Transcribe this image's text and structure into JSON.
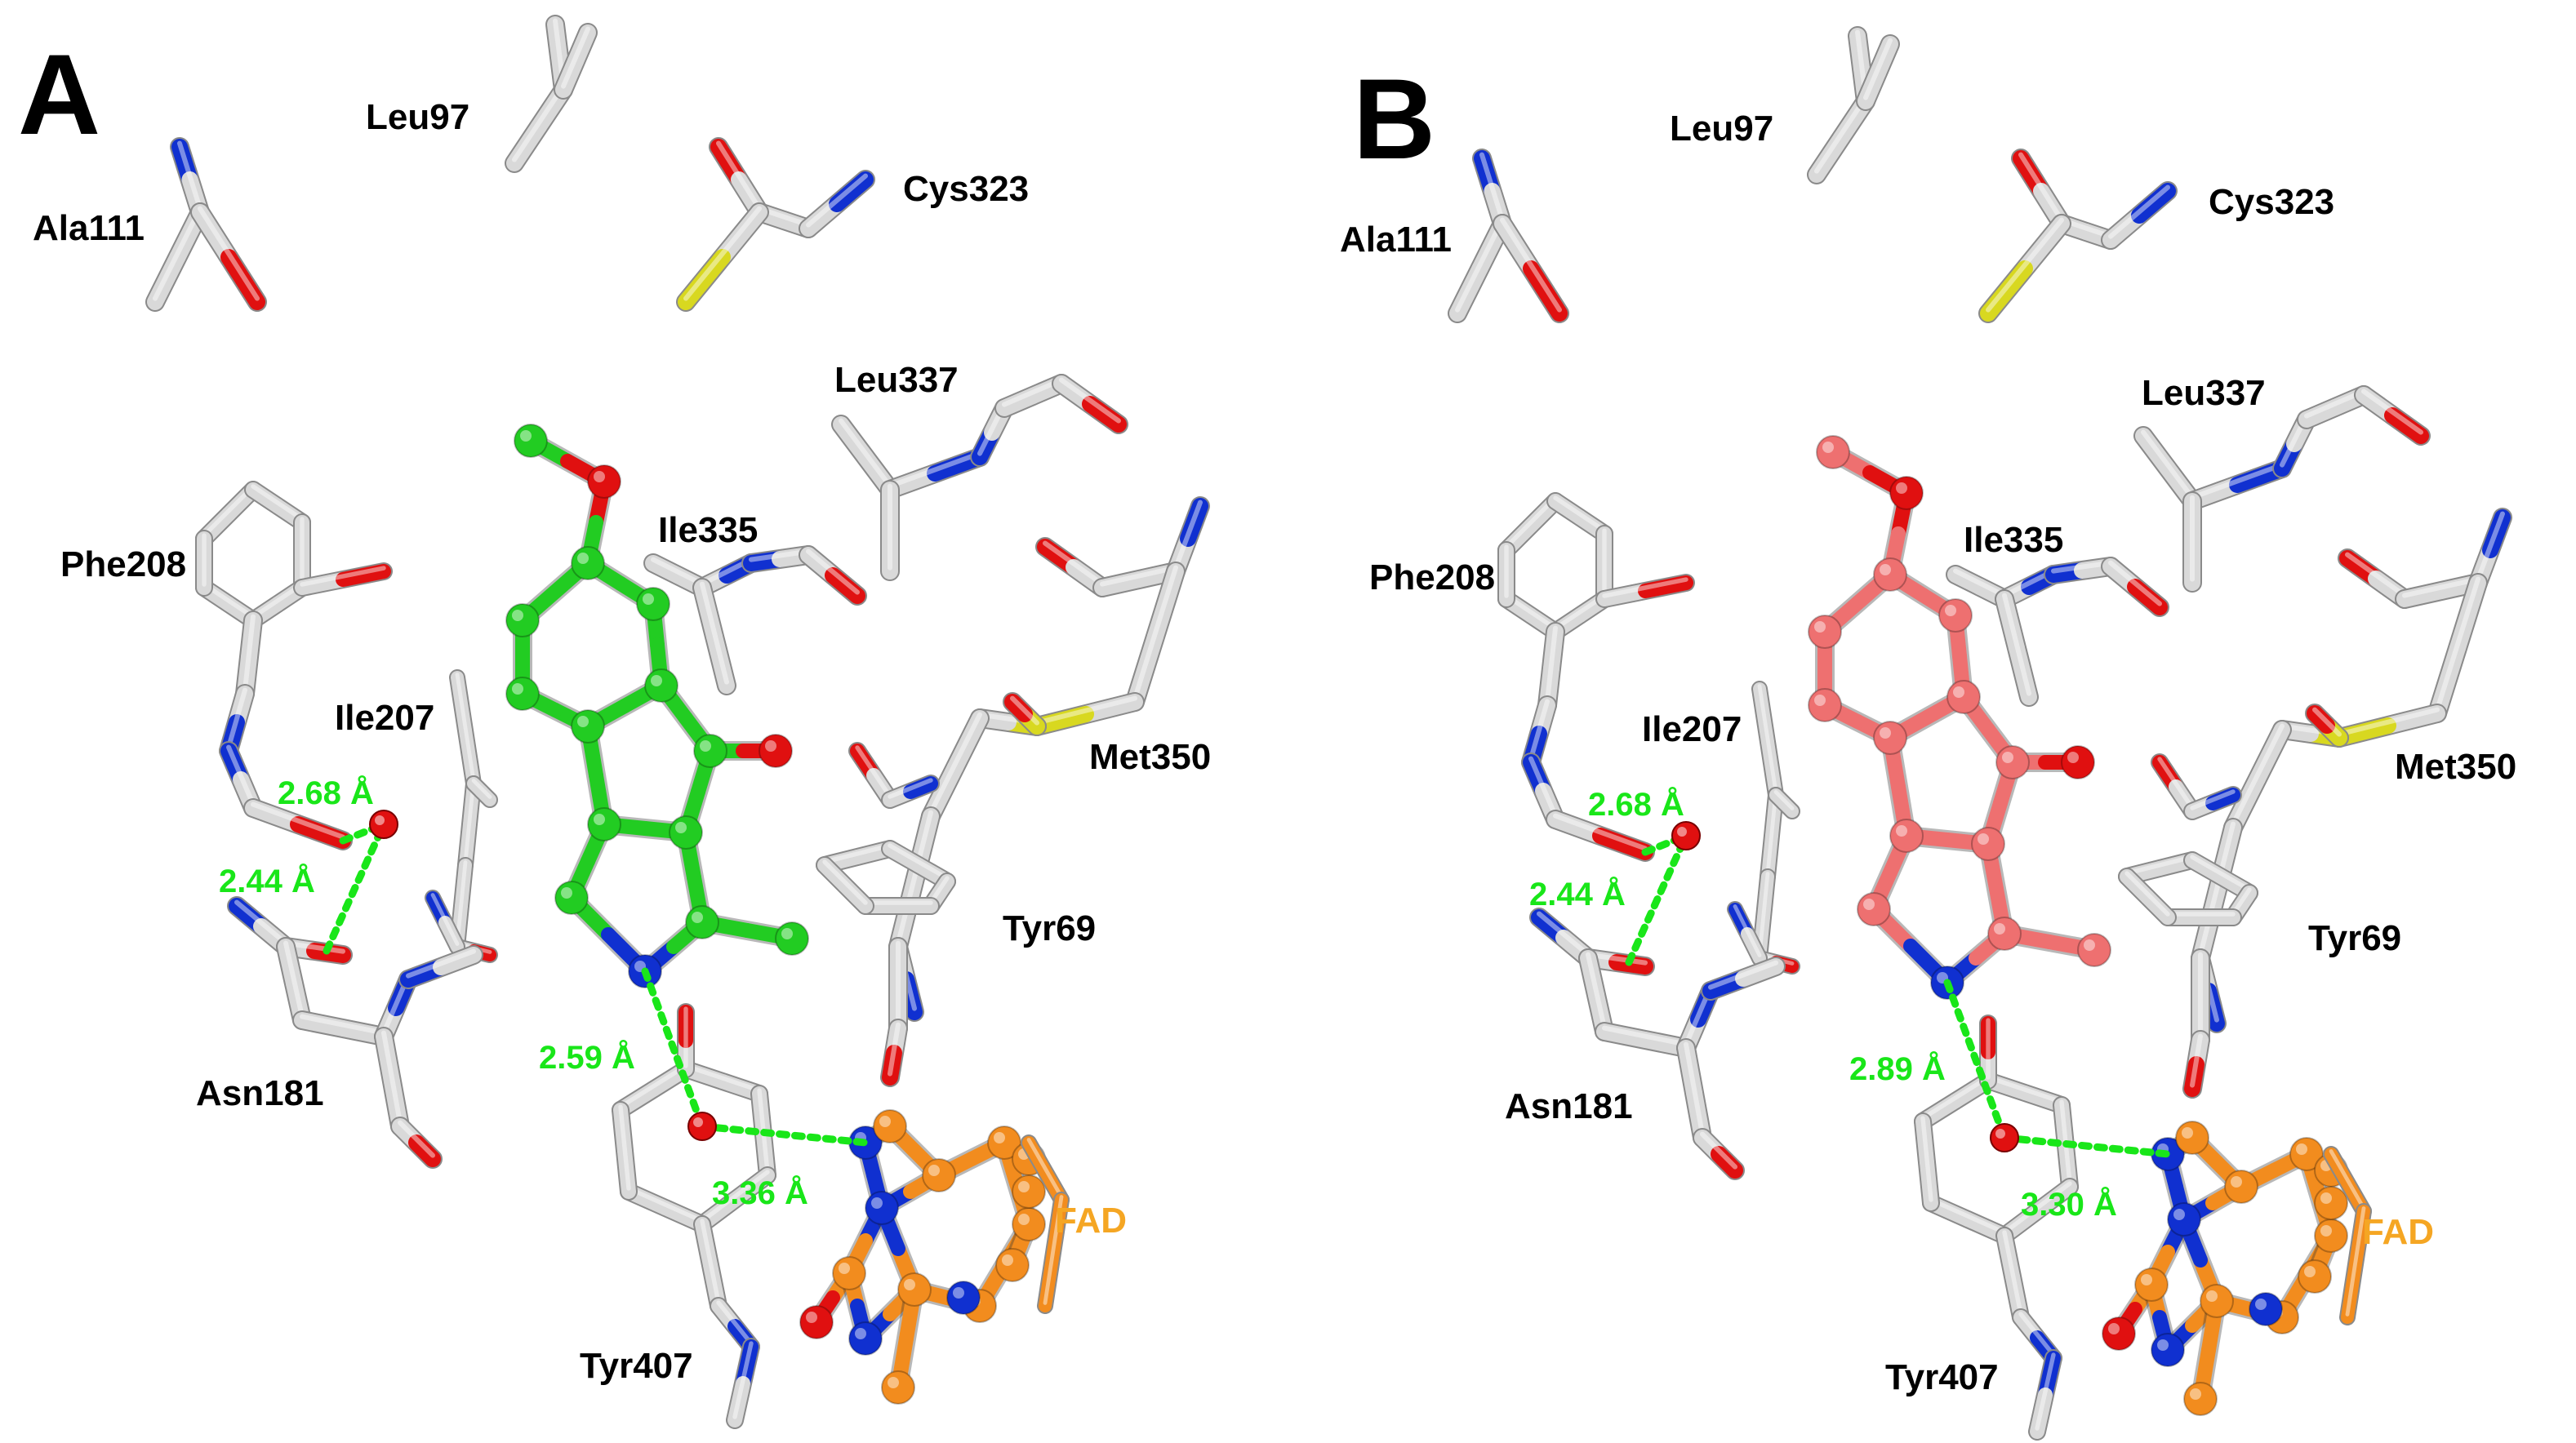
{
  "panels": [
    {
      "letter": "A",
      "ligand_color": "#22cc22",
      "residues": [
        "Leu97",
        "Ala111",
        "Cys323",
        "Leu337",
        "Ile335",
        "Phe208",
        "Ile207",
        "Met350",
        "Tyr69",
        "Asn181",
        "Tyr407"
      ],
      "distances": [
        "2.68 Å",
        "2.44 Å",
        "2.59 Å",
        "3.36 Å"
      ],
      "cofactor": "FAD"
    },
    {
      "letter": "B",
      "ligand_color": "#ee7070",
      "residues": [
        "Leu97",
        "Ala111",
        "Cys323",
        "Leu337",
        "Ile335",
        "Phe208",
        "Ile207",
        "Met350",
        "Tyr69",
        "Asn181",
        "Tyr407"
      ],
      "distances": [
        "2.68 Å",
        "2.44 Å",
        "2.89 Å",
        "3.30 Å"
      ],
      "cofactor": "FAD"
    }
  ],
  "colors": {
    "carbon": "#d9d9d9",
    "nitrogen": "#1030d0",
    "oxygen": "#e01010",
    "sulfur": "#d8d820",
    "fad_carbon": "#f28c1e",
    "hbond": "#19e619",
    "water": "#e01010"
  }
}
